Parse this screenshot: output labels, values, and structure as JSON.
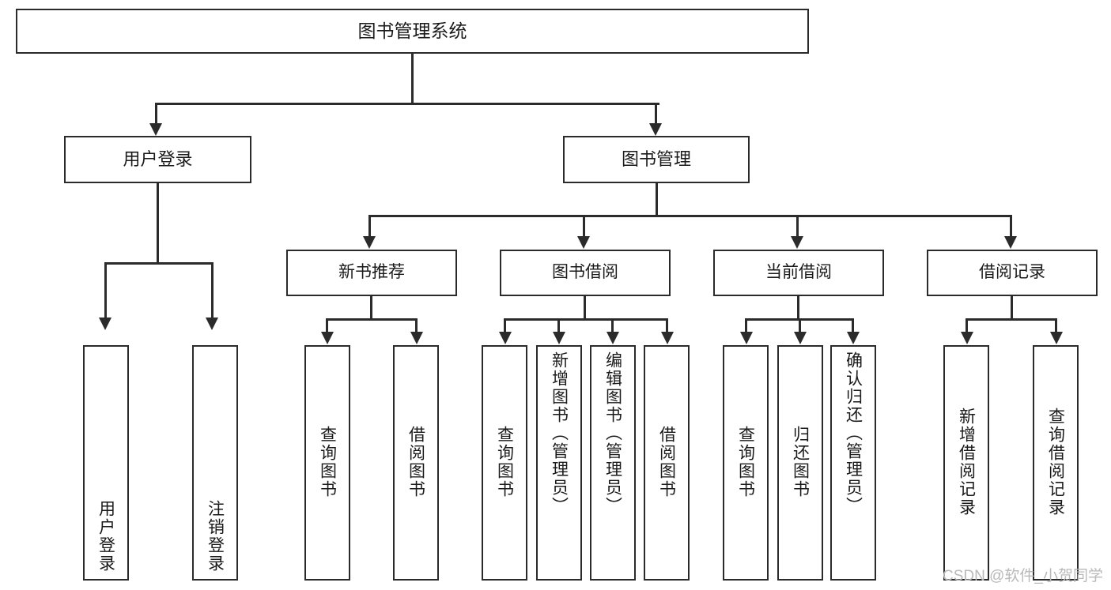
{
  "diagram": {
    "title_node": {
      "label": "图书管理系统"
    },
    "level2": [
      {
        "id": "user-login",
        "label": "用户登录"
      },
      {
        "id": "book-management",
        "label": "图书管理"
      }
    ],
    "level3": [
      {
        "id": "new-book-recommend",
        "label": "新书推荐"
      },
      {
        "id": "book-borrow",
        "label": "图书借阅"
      },
      {
        "id": "current-borrow",
        "label": "当前借阅"
      },
      {
        "id": "borrow-record",
        "label": "借阅记录"
      }
    ],
    "leaves": {
      "user_login": [
        {
          "id": "leaf-user-login",
          "label": "用户登录"
        },
        {
          "id": "leaf-logout-login",
          "label": "注销登录"
        }
      ],
      "new_book_recommend": [
        {
          "id": "leaf-query-book-1",
          "label": "查询图书"
        },
        {
          "id": "leaf-borrow-book-1",
          "label": "借阅图书"
        }
      ],
      "book_borrow": [
        {
          "id": "leaf-query-book-2",
          "label": "查询图书"
        },
        {
          "id": "leaf-add-book",
          "label": "新增图书（管理员）"
        },
        {
          "id": "leaf-edit-book",
          "label": "编辑图书（管理员）"
        },
        {
          "id": "leaf-borrow-book-2",
          "label": "借阅图书"
        }
      ],
      "current_borrow": [
        {
          "id": "leaf-query-book-3",
          "label": "查询图书"
        },
        {
          "id": "leaf-return-book",
          "label": "归还图书"
        },
        {
          "id": "leaf-confirm-return",
          "label": "确认归还（管理员）"
        }
      ],
      "borrow_record": [
        {
          "id": "leaf-add-borrow-record",
          "label": "新增借阅记录"
        },
        {
          "id": "leaf-query-borrow-record",
          "label": "查询借阅记录"
        }
      ]
    },
    "colors": {
      "stroke": "#2b2b2b",
      "background": "#ffffff",
      "text": "#1a1a1a",
      "watermark": "#b9b9b9"
    }
  },
  "watermark": {
    "text": "CSDN @软件_小贺同学"
  }
}
